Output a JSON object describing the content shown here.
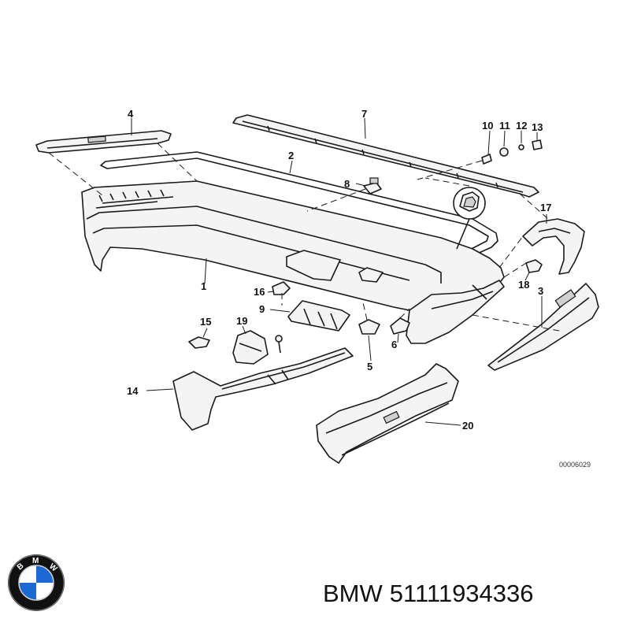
{
  "diagram": {
    "drawing_code": "00006029",
    "callouts": {
      "c1": "1",
      "c2": "2",
      "c3": "3",
      "c4": "4",
      "c5": "5",
      "c6": "6",
      "c7": "7",
      "c8": "8",
      "c9": "9",
      "c10": "10",
      "c11": "11",
      "c12": "12",
      "c13": "13",
      "c14": "14",
      "c15": "15",
      "c16": "16",
      "c17": "17",
      "c18": "18",
      "c19": "19",
      "c20": "20"
    }
  },
  "footer": {
    "brand": "BMW",
    "part_number": "51111934336",
    "logo_icon": "bmw-roundel-icon",
    "logo_text": "BMW",
    "logo_colors": {
      "ring": "#000000",
      "blue": "#1c69d4",
      "white": "#ffffff"
    }
  }
}
